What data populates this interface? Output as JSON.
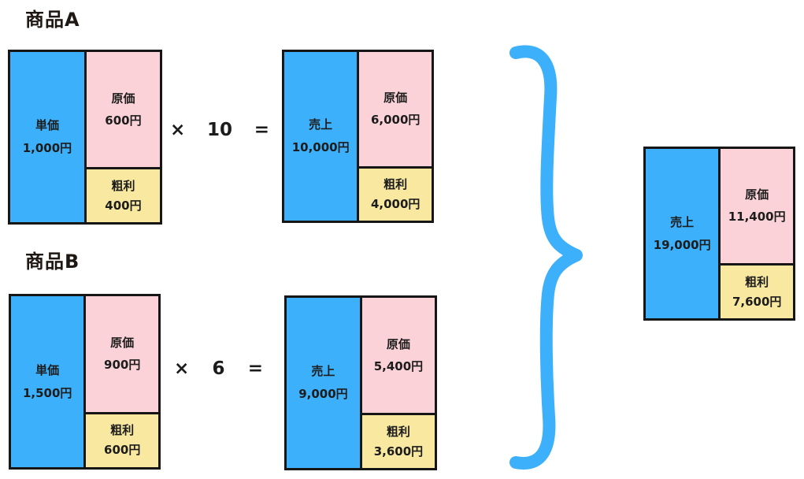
{
  "titles": {
    "product_a": "商品A",
    "product_b": "商品B"
  },
  "colors": {
    "blue": "#3CB0FB",
    "pink": "#FBD2D8",
    "yellow": "#F9E8A0",
    "border": "#161616",
    "brace_blue": "#3CB0FB"
  },
  "equations": {
    "a": {
      "times": "×",
      "qty": "10",
      "equals": "="
    },
    "b": {
      "times": "×",
      "qty": "6",
      "equals": "="
    }
  },
  "boxes": {
    "a_unit": {
      "blue_label": "単価",
      "blue_value": "1,000円",
      "pink_label": "原価",
      "pink_value": "600円",
      "yellow_label": "粗利",
      "yellow_value": "400円"
    },
    "a_total": {
      "blue_label": "売上",
      "blue_value": "10,000円",
      "pink_label": "原価",
      "pink_value": "6,000円",
      "yellow_label": "粗利",
      "yellow_value": "4,000円"
    },
    "b_unit": {
      "blue_label": "単価",
      "blue_value": "1,500円",
      "pink_label": "原価",
      "pink_value": "900円",
      "yellow_label": "粗利",
      "yellow_value": "600円"
    },
    "b_total": {
      "blue_label": "売上",
      "blue_value": "9,000円",
      "pink_label": "原価",
      "pink_value": "5,400円",
      "yellow_label": "粗利",
      "yellow_value": "3,600円"
    },
    "grand_total": {
      "blue_label": "売上",
      "blue_value": "19,000円",
      "pink_label": "原価",
      "pink_value": "11,400円",
      "yellow_label": "粗利",
      "yellow_value": "7,600円"
    }
  }
}
